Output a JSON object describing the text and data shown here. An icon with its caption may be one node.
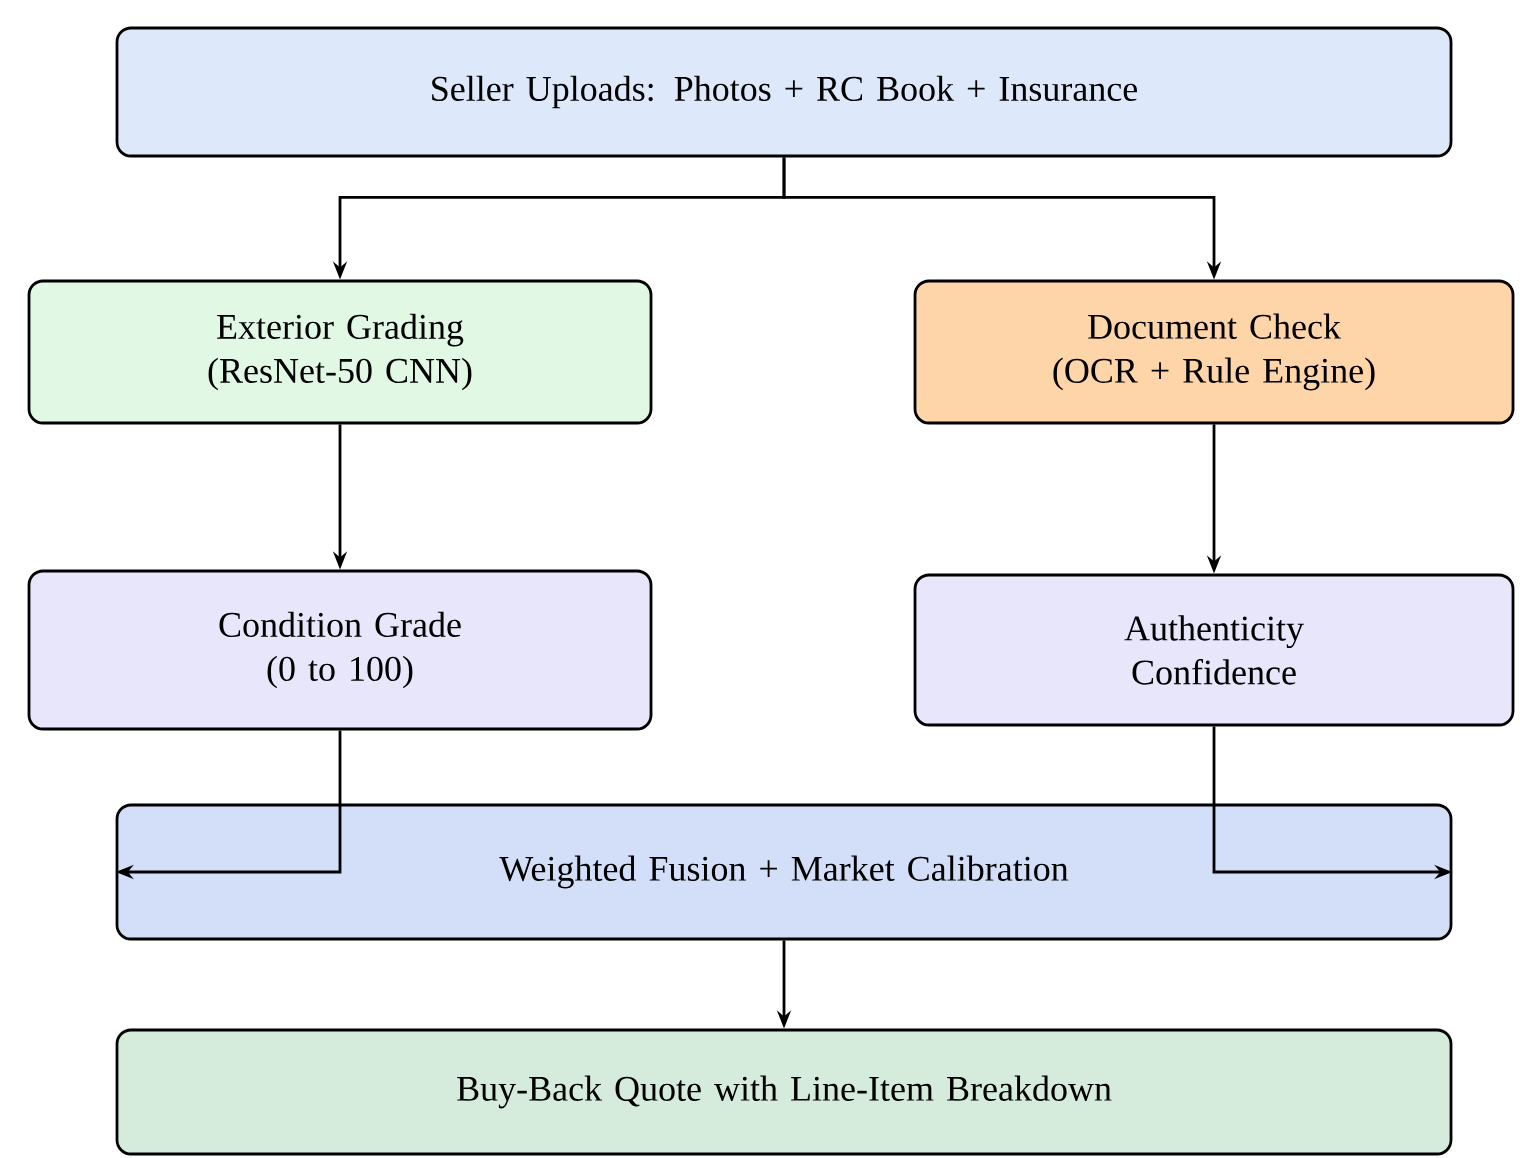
{
  "diagram": {
    "nodes": [
      {
        "text": [
          "Seller Uploads: Photos + RC Book + Insurance"
        ]
      },
      {
        "text": [
          "Exterior Grading",
          "(ResNet-50 CNN)"
        ]
      },
      {
        "text": [
          "Document Check",
          "(OCR + Rule Engine)"
        ]
      },
      {
        "text": [
          "Condition Grade",
          "(0 to 100)"
        ]
      },
      {
        "text": [
          "Authenticity Confidence"
        ]
      },
      {
        "text": [
          "Weighted Fusion + Market Calibration"
        ]
      },
      {
        "text": [
          "Buy-Back Quote with Line-Item Breakdown"
        ]
      }
    ],
    "edges": [
      {
        "from": 0,
        "to": 1,
        "arrow": "to"
      },
      {
        "from": 0,
        "to": 2,
        "arrow": "to"
      },
      {
        "from": 1,
        "to": 3,
        "arrow": "to"
      },
      {
        "from": 2,
        "to": 4,
        "arrow": "to"
      },
      {
        "from": 3,
        "to": 5,
        "arrow": "to"
      },
      {
        "from": 4,
        "to": 5,
        "arrow": "to"
      },
      {
        "from": 5,
        "to": 6,
        "arrow": "to"
      }
    ]
  }
}
